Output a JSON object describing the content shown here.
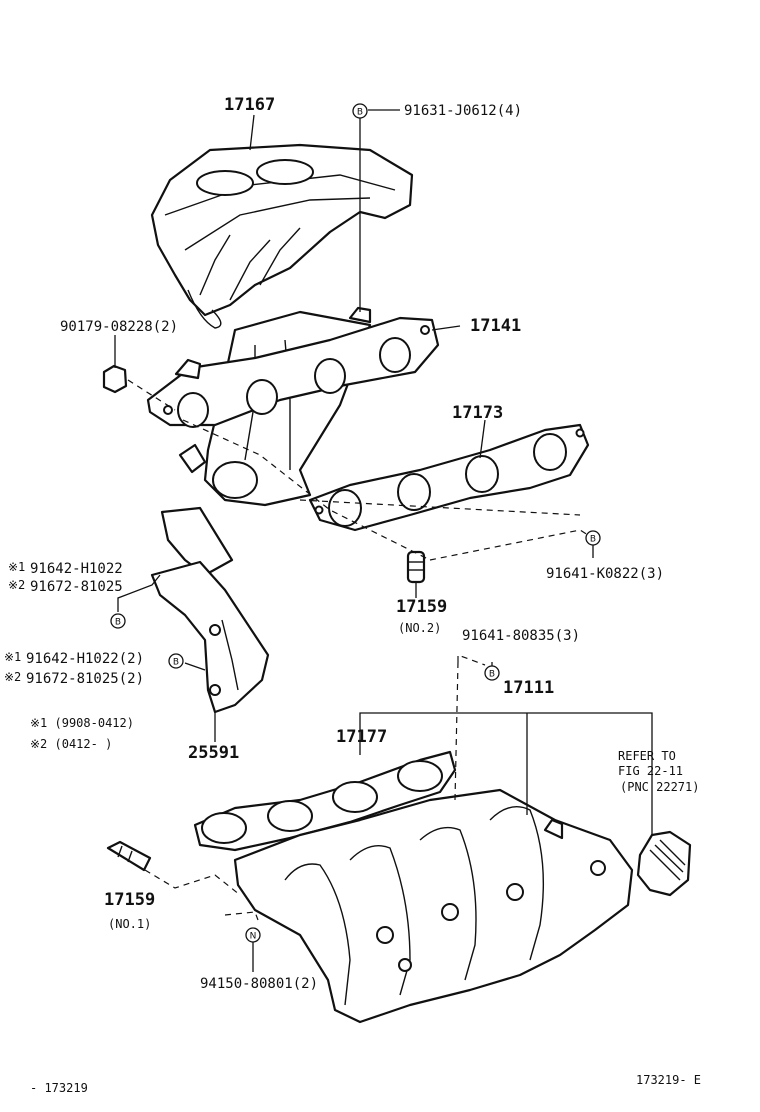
{
  "labels": {
    "p17167": "17167",
    "p91631": "91631-J0612(4)",
    "p90179": "90179-08228(2)",
    "p17141": "17141",
    "p17173": "17173",
    "p91641k": "91641-K0822(3)",
    "n1a": "※1",
    "p91642a": "91642-H1022",
    "n2a": "※2",
    "p91672a": "91672-81025",
    "p17159a": "17159",
    "no2": "(NO.2)",
    "p91641b": "91641-80835(3)",
    "n1b": "※1",
    "p91642b": "91642-H1022(2)",
    "n2b": "※2",
    "p91672b": "91672-81025(2)",
    "p17111": "17111",
    "note1": "※1 (9908-0412)",
    "note2": "※2 (0412-  )",
    "p25591": "25591",
    "p17177": "17177",
    "refer1": "REFER TO",
    "refer2": "FIG 22-11",
    "refer3": "(PNC 22271)",
    "p17159b": "17159",
    "no1": "(NO.1)",
    "p94150": "94150-80801(2)",
    "footer_left": "- 173219",
    "footer_right": "173219- E"
  },
  "markers": {
    "b": "B",
    "n": "N"
  }
}
